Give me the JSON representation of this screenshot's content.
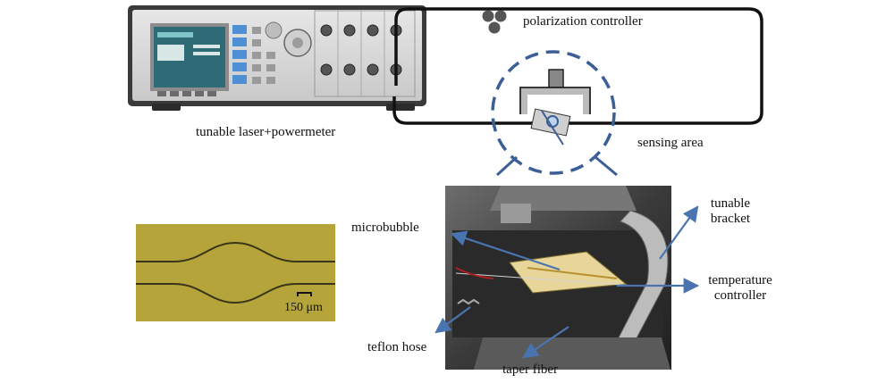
{
  "labels": {
    "laser": "tunable laser+powermeter",
    "polarization": "polarization controller",
    "sensing": "sensing area",
    "microbubble": "microbubble",
    "tunable_bracket_1": "tunable",
    "tunable_bracket_2": "bracket",
    "temperature_1": "temperature",
    "temperature_2": "controller",
    "teflon": "teflon hose",
    "taper": "taper fiber",
    "scale": "150 μm"
  },
  "colors": {
    "fiber": "#111111",
    "dashed_circle": "#3c5f96",
    "arrow": "#4a74b0",
    "micro_bg": "#b4a43a",
    "micro_line": "#3a3418",
    "device_body": "#d9d9d9",
    "device_screen": "#2f6a77"
  },
  "icons": {
    "polarization_controller": "three-paddle-icon",
    "laser_instrument": "instrument-panel-icon"
  }
}
